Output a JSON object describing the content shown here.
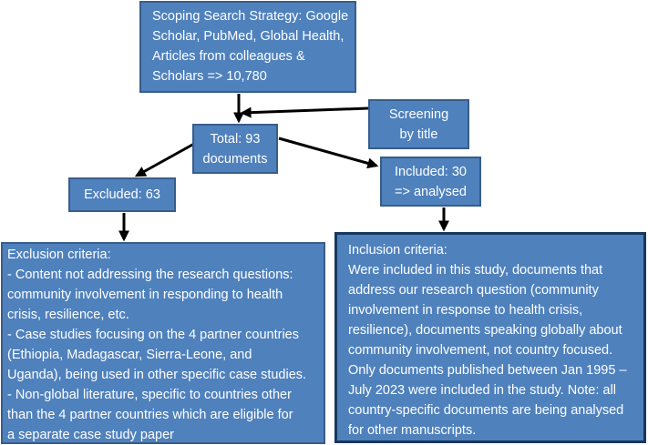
{
  "nodes": {
    "search": {
      "lines": [
        "Scoping Search Strategy: Google",
        "Scholar, PubMed, Global Health,",
        "Articles from colleagues &",
        "Scholars => 10,780"
      ]
    },
    "screening": {
      "lines": [
        "Screening",
        "by title"
      ]
    },
    "total": {
      "lines": [
        "Total: 93",
        "documents"
      ]
    },
    "excluded": {
      "lines": [
        "Excluded: 63"
      ]
    },
    "included": {
      "lines": [
        "Included: 30",
        "=> analysed"
      ]
    },
    "exclusion_criteria": {
      "lines": [
        "Exclusion criteria:",
        "- Content not addressing the research questions:",
        "community involvement in responding to health",
        "crisis, resilience, etc.",
        "- Case studies focusing on the 4 partner countries",
        "(Ethiopia, Madagascar, Sierra-Leone, and",
        "Uganda), being used in other specific case studies.",
        "- Non-global literature, specific to countries other",
        "than the 4 partner countries which are eligible for",
        "a separate case study paper"
      ]
    },
    "inclusion_criteria": {
      "lines": [
        "Inclusion criteria:",
        "Were included in this study, documents that",
        "address our research question (community",
        "involvement in response to health crisis,",
        "resilience), documents speaking globally about",
        "community involvement, not country focused.",
        "Only documents published between Jan 1995 –",
        "July 2023 were included in the study. Note: all",
        "country-specific documents are being analysed",
        "for other manuscripts."
      ]
    }
  },
  "colors": {
    "box_fill": "#4f81bd",
    "box_border": "#385d8a",
    "box_text": "#ffffff",
    "arrow": "#000000"
  }
}
